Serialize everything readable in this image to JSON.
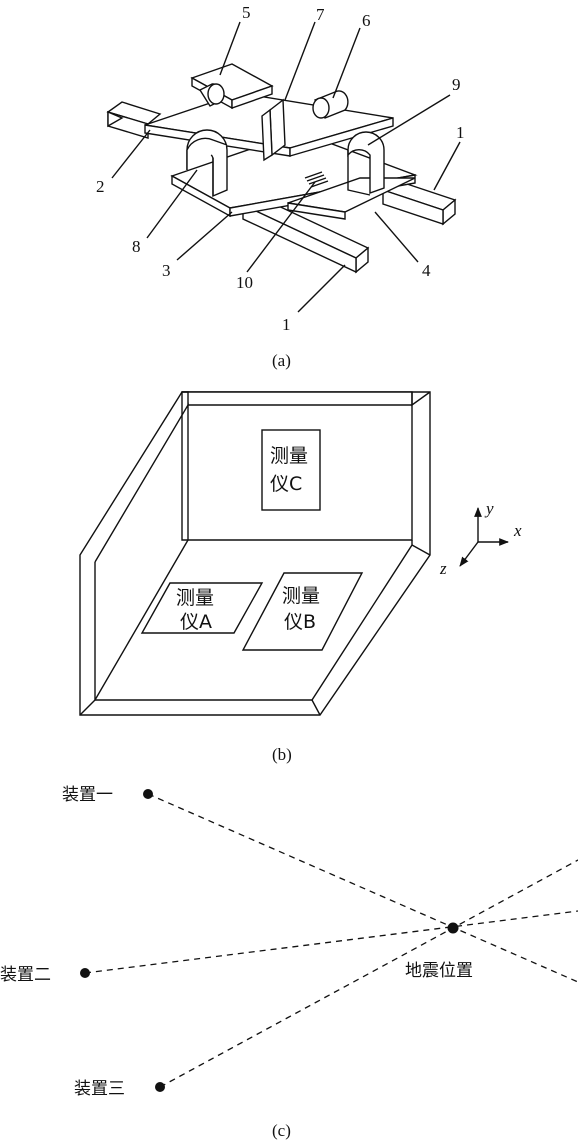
{
  "figure_a": {
    "caption": "(a)",
    "part_labels": [
      "5",
      "7",
      "6",
      "9",
      "1",
      "2",
      "8",
      "3",
      "10",
      "4",
      "1"
    ]
  },
  "figure_b": {
    "caption": "(b)",
    "instrument_a_line1": "测量",
    "instrument_a_line2": "仪A",
    "instrument_b_line1": "测量",
    "instrument_b_line2": "仪B",
    "instrument_c_line1": "测量",
    "instrument_c_line2": "仪C",
    "axis_x": "x",
    "axis_y": "y",
    "axis_z": "z"
  },
  "figure_c": {
    "caption": "(c)",
    "device_1": "装置一",
    "device_2": "装置二",
    "device_3": "装置三",
    "epicenter": "地震位置"
  }
}
